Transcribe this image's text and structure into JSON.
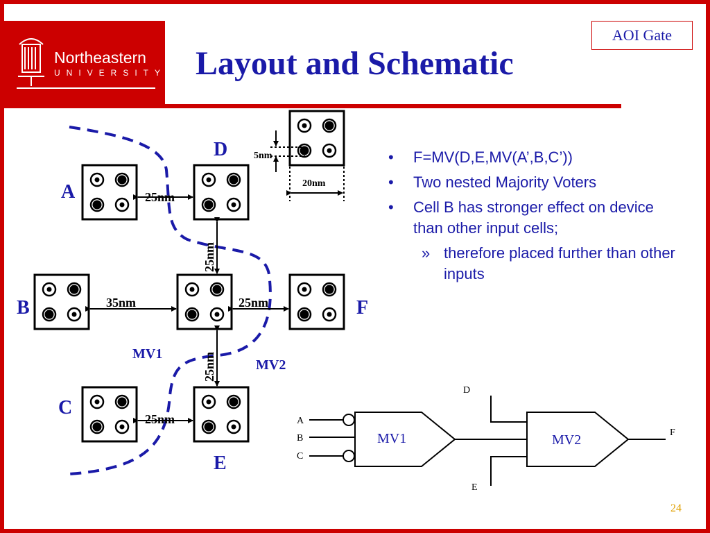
{
  "header": {
    "logo_name": "Northeastern",
    "logo_sub": "UNIVERSITY",
    "title": "Layout and Schematic",
    "badge": "AOI Gate"
  },
  "bullets": [
    "F=MV(D,E,MV(A’,B,C’))",
    "Two nested Majority Voters",
    "Cell B has stronger effect on device than other input cells;"
  ],
  "sub_bullet": "therefore placed further than other inputs",
  "sub_marker": "»",
  "bullet_marker": "•",
  "layout": {
    "cells": {
      "A": "A",
      "B": "B",
      "C": "C",
      "D": "D",
      "E": "E",
      "F": "F"
    },
    "dims": {
      "a_center": "25nm",
      "d_center": "25nm",
      "b_center": "35nm",
      "center_f": "25nm",
      "center_e": "25nm",
      "c_e": "25nm",
      "cell_dot": "5nm",
      "cell_width": "20nm"
    },
    "groups": {
      "mv1": "MV1",
      "mv2": "MV2"
    }
  },
  "schematic": {
    "inputs": {
      "a": "A",
      "b": "B",
      "c": "C",
      "d": "D",
      "e": "E"
    },
    "output": "F",
    "gate1": "MV1",
    "gate2": "MV2"
  },
  "page_number": "24",
  "colors": {
    "accent": "#cc0000",
    "text_blue": "#1a1aa8",
    "page_number": "#e0a000"
  }
}
